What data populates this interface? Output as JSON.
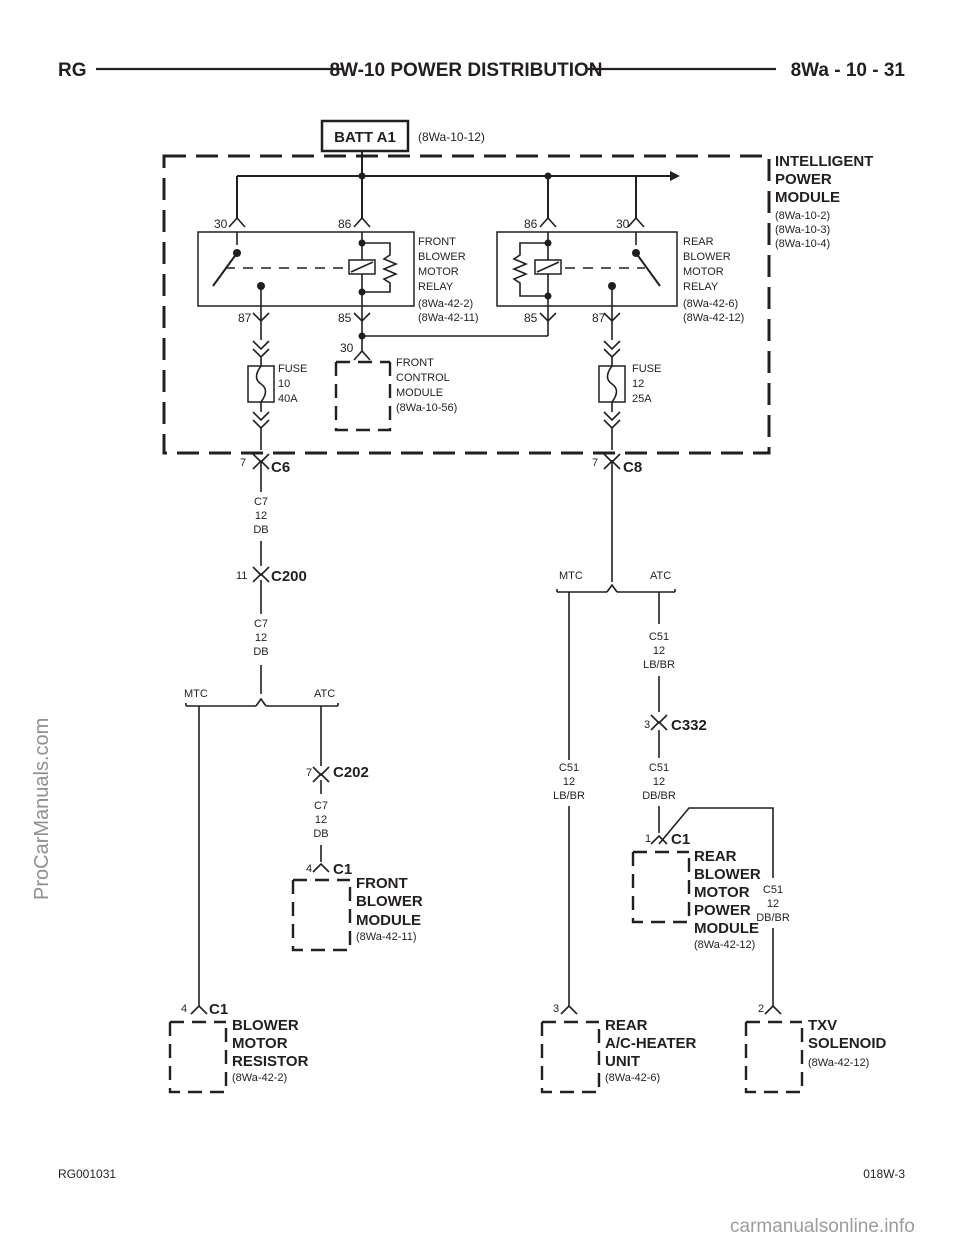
{
  "header": {
    "left": "RG",
    "title": "8W-10 POWER DISTRIBUTION",
    "right": "8Wa - 10 - 31"
  },
  "footer": {
    "left": "RG001031",
    "right": "018W-3"
  },
  "watermarks": {
    "side": "ProCarManuals.com",
    "bottom": "carmanualsonline.info"
  },
  "batt": {
    "label": "BATT A1",
    "ref": "(8Wa-10-12)"
  },
  "ipm": {
    "lines": [
      "INTELLIGENT",
      "POWER",
      "MODULE"
    ],
    "refs": [
      "(8Wa-10-2)",
      "(8Wa-10-3)",
      "(8Wa-10-4)"
    ]
  },
  "front_relay": {
    "lines": [
      "FRONT",
      "BLOWER",
      "MOTOR",
      "RELAY"
    ],
    "refs": [
      "(8Wa-42-2)",
      "(8Wa-42-11)"
    ],
    "pins": {
      "p30": "30",
      "p86": "86",
      "p87": "87",
      "p85": "85"
    }
  },
  "rear_relay": {
    "lines": [
      "REAR",
      "BLOWER",
      "MOTOR",
      "RELAY"
    ],
    "refs": [
      "(8Wa-42-6)",
      "(8Wa-42-12)"
    ],
    "pins": {
      "p86": "86",
      "p30": "30",
      "p85": "85",
      "p87": "87"
    }
  },
  "fuse10": {
    "lines": [
      "FUSE",
      "10",
      "40A"
    ]
  },
  "fuse12": {
    "lines": [
      "FUSE",
      "12",
      "25A"
    ]
  },
  "fcm": {
    "pin": "30",
    "lines": [
      "FRONT",
      "CONTROL",
      "MODULE",
      "(8Wa-10-56)"
    ]
  },
  "connectors": {
    "c6": {
      "pin": "7",
      "name": "C6"
    },
    "c8": {
      "pin": "7",
      "name": "C8"
    },
    "c200": {
      "pin": "11",
      "name": "C200"
    },
    "c202": {
      "pin": "7",
      "name": "C202"
    },
    "c332": {
      "pin": "3",
      "name": "C332"
    }
  },
  "wires": {
    "w1": [
      "C7",
      "12",
      "DB"
    ],
    "w2": [
      "C7",
      "12",
      "DB"
    ],
    "w3": [
      "C7",
      "12",
      "DB"
    ],
    "w4": [
      "C51",
      "12",
      "LB/BR"
    ],
    "w5": [
      "C51",
      "12",
      "LB/BR"
    ],
    "w6": [
      "C51",
      "12",
      "DB/BR"
    ],
    "w7": [
      "C51",
      "12",
      "DB/BR"
    ]
  },
  "splits": {
    "left": {
      "mtc": "MTC",
      "atc": "ATC"
    },
    "right": {
      "mtc": "MTC",
      "atc": "ATC"
    }
  },
  "front_blower_module": {
    "pin": "4",
    "conn": "C1",
    "lines": [
      "FRONT",
      "BLOWER",
      "MODULE"
    ],
    "ref": "(8Wa-42-11)"
  },
  "rear_blower_power_module": {
    "pin": "1",
    "conn": "C1",
    "lines": [
      "REAR",
      "BLOWER",
      "MOTOR",
      "POWER",
      "MODULE"
    ],
    "ref": "(8Wa-42-12)"
  },
  "blower_motor_resistor": {
    "pin": "4",
    "conn": "C1",
    "lines": [
      "BLOWER",
      "MOTOR",
      "RESISTOR"
    ],
    "ref": "(8Wa-42-2)"
  },
  "rear_heater_unit": {
    "pin": "3",
    "lines": [
      "REAR",
      "A/C-HEATER",
      "UNIT"
    ],
    "ref": "(8Wa-42-6)"
  },
  "txv": {
    "pin": "2",
    "lines": [
      "TXV",
      "SOLENOID"
    ],
    "ref": "(8Wa-42-12)"
  }
}
